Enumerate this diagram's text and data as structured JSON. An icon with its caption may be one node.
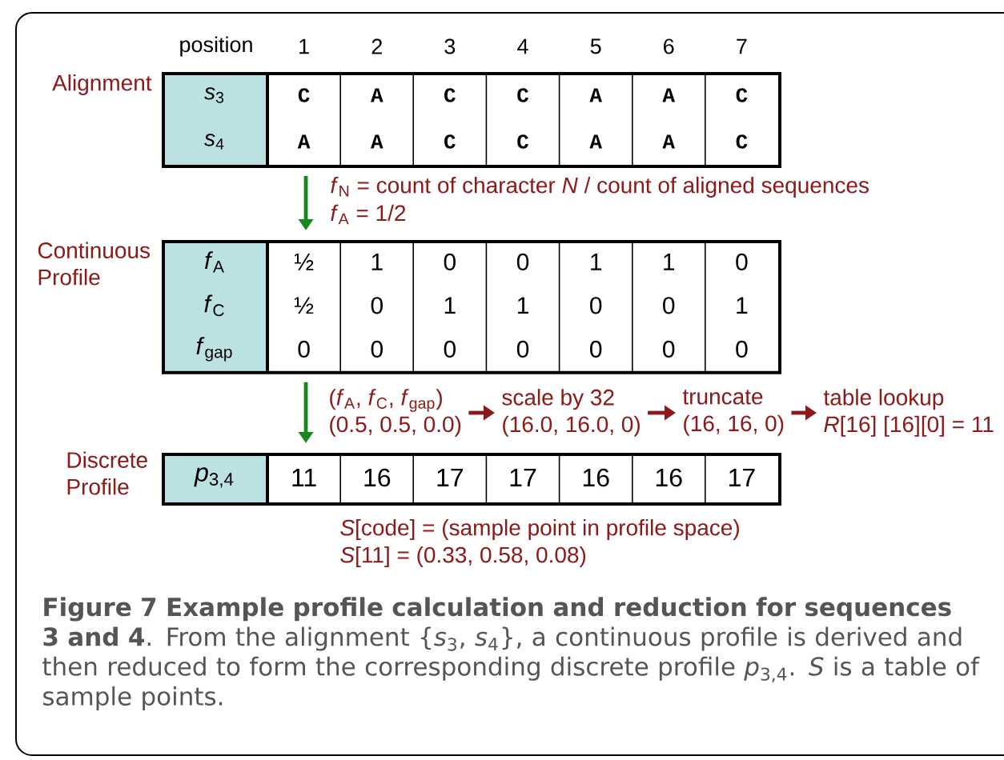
{
  "diagram": {
    "nodes": [
      {
        "text": [
          "Alignment"
        ]
      },
      {
        "text": [
          "Continuous Profile"
        ]
      },
      {
        "text": [
          "Discrete Profile"
        ]
      },
      {
        "text": [
          "(*f*$_{A}$, *f*$_{C}$, *f*$_{gap}$)",
          "(0.5, 0.5, 0.0)"
        ]
      },
      {
        "text": [
          "scale by 32",
          "(16.0, 16.0, 0)"
        ]
      },
      {
        "text": [
          "truncate",
          "(16, 16, 0)"
        ]
      },
      {
        "text": [
          "table lookup",
          "*R*[16] [16][0] = 11"
        ]
      }
    ],
    "edges": [
      {
        "from": 0,
        "to": 1,
        "arrow": "to",
        "color": "#17891c"
      },
      {
        "from": 1,
        "to": 2,
        "arrow": "to",
        "color": "#17891c"
      },
      {
        "from": 3,
        "to": 4,
        "arrow": "to",
        "color": "#8b1a1a"
      },
      {
        "from": 4,
        "to": 5,
        "arrow": "to",
        "color": "#8b1a1a"
      },
      {
        "from": 5,
        "to": 6,
        "arrow": "to",
        "color": "#8b1a1a"
      }
    ],
    "labels": [
      "position",
      "1",
      "2",
      "3",
      "4",
      "5",
      "6",
      "7",
      "*s*$_{3}$",
      "C",
      "A",
      "C",
      "C",
      "A",
      "A",
      "C",
      "*s*$_{4}$",
      "A",
      "A",
      "C",
      "C",
      "A",
      "A",
      "C",
      "*f*$_{N}$ = count of character *N* / count of aligned sequences",
      "*f*$_{A}$ = 1/2",
      "*f*$_{A}$",
      "½",
      "1",
      "0",
      "0",
      "1",
      "1",
      "0",
      "*f*$_{C}$",
      "½",
      "0",
      "1",
      "1",
      "0",
      "0",
      "1",
      "*f*$_{gap}$",
      "0",
      "0",
      "0",
      "0",
      "0",
      "0",
      "0",
      "*p*$_{3,4}$",
      "11",
      "16",
      "17",
      "17",
      "16",
      "16",
      "17",
      "*S*[code] = (sample point in profile space)",
      "*S*[11] = (0.33, 0.58, 0.08)"
    ],
    "caption": "**Figure 7 Example profile calculation and reduction for sequences 3 and 4**. From the alignment {*s*$_{3}$, *s*$_{4}$}, a continuous profile is derived and then reduced to form the corresponding discrete profile *p*$_{3,4}$. *S* is a table of sample points."
  }
}
